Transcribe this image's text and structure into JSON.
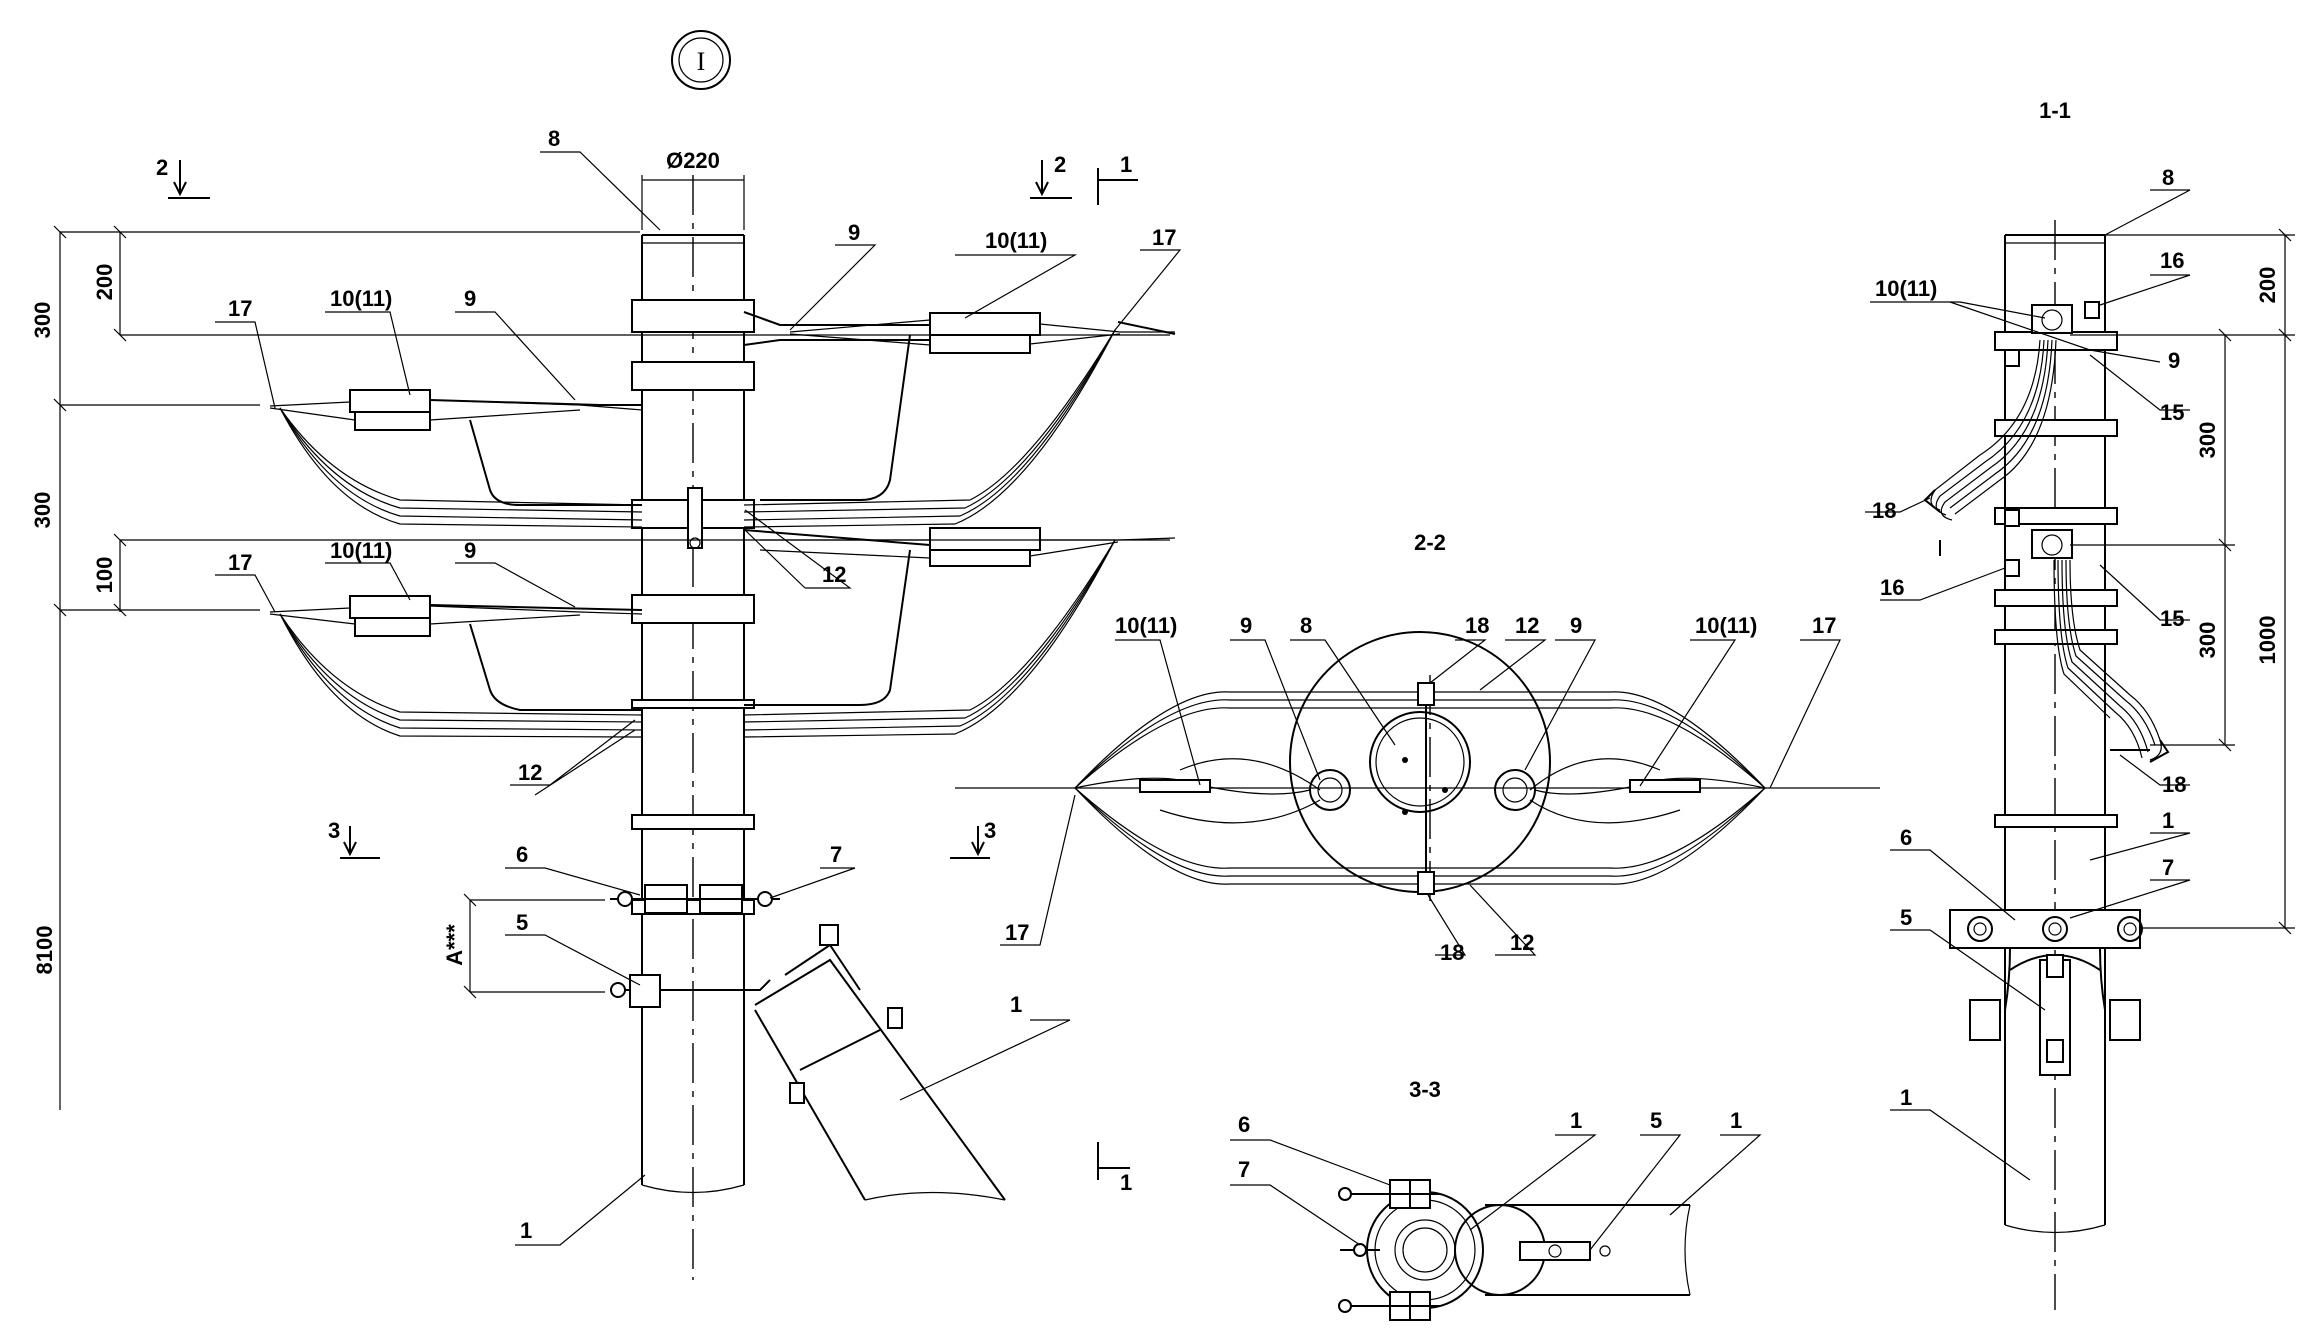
{
  "title_marker": "I",
  "view_labels": {
    "section_1_1": "1-1",
    "section_2_2": "2-2",
    "section_3_3": "3-3"
  },
  "section_markers": {
    "left_2": "2",
    "right_2": "2",
    "top_1": "1",
    "bottom_1": "1",
    "left_3": "3",
    "right_3": "3"
  },
  "dimensions": {
    "diameter": "Ø220",
    "d300_top": "300",
    "d300_mid": "300",
    "d200": "200",
    "d100": "100",
    "d8100": "8100",
    "dA": "A***",
    "r200": "200",
    "r300_top": "300",
    "r300_bot": "300",
    "r1000": "1000"
  },
  "callouts_main": {
    "c8": "8",
    "c9a": "9",
    "c10a": "10(11)",
    "c17a": "17",
    "c17b": "17",
    "c10b": "10(11)",
    "c9b": "9",
    "c12a": "12",
    "c17c": "17",
    "c10c": "10(11)",
    "c9c": "9",
    "c12b": "12",
    "c6": "6",
    "c7": "7",
    "c5": "5",
    "c1a": "1",
    "c1b": "1"
  },
  "callouts_2_2": {
    "c10a": "10(11)",
    "c9a": "9",
    "c8": "8",
    "c18a": "18",
    "c12a": "12",
    "c9b": "9",
    "c10b": "10(11)",
    "c17a": "17",
    "c17b": "17",
    "c18b": "18",
    "c12b": "12"
  },
  "callouts_3_3": {
    "c6": "6",
    "c7": "7",
    "c1a": "1",
    "c5": "5",
    "c1b": "1"
  },
  "callouts_1_1": {
    "c8": "8",
    "c16a": "16",
    "c10": "10(11)",
    "c9": "9",
    "c15a": "15",
    "c18a": "18",
    "c16b": "16",
    "c15b": "15",
    "c18b": "18",
    "c1a": "1",
    "c6": "6",
    "c7": "7",
    "c5": "5",
    "c1b": "1"
  }
}
